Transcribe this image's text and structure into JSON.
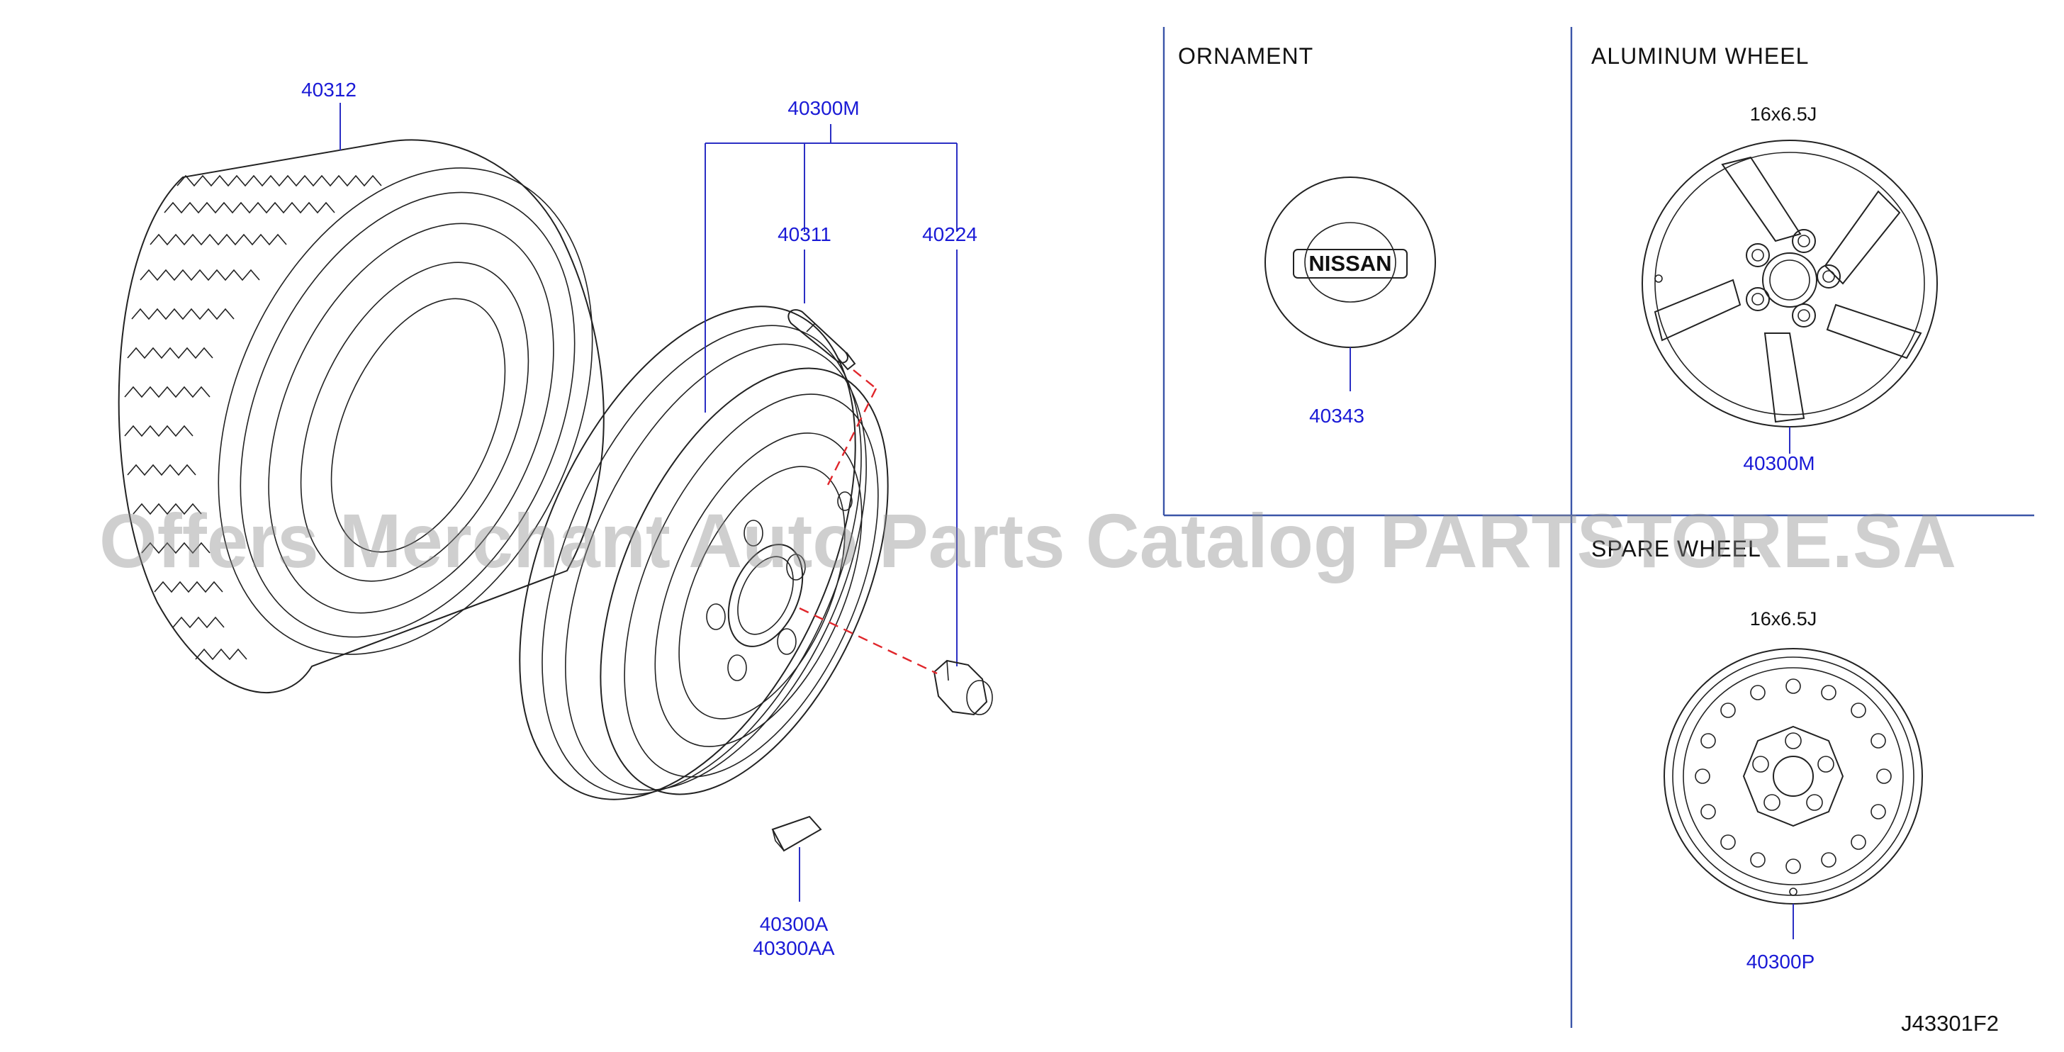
{
  "part_labels": {
    "tire": "40312",
    "wheel_assembly": "40300M",
    "valve": "40311",
    "nut": "40224",
    "balance_weight_a": "40300A",
    "balance_weight_aa": "40300AA",
    "ornament": "40343",
    "aluminum_wheel": "40300M",
    "spare_wheel": "40300P"
  },
  "sections": {
    "ornament_title": "ORNAMENT",
    "aluminum_title": "ALUMINUM  WHEEL",
    "aluminum_size": "16x6.5J",
    "spare_title": "SPARE  WHEEL",
    "spare_size": "16x6.5J"
  },
  "ornament_badge": "NISSAN",
  "diagram_ref": "J43301F2",
  "watermark": "Offers Merchant Auto Parts Catalog PARTSTORE.SA",
  "colors": {
    "label_blue": "#1a1ad6",
    "frame_blue": "#3b55a8",
    "dash_red": "#e0262b"
  }
}
